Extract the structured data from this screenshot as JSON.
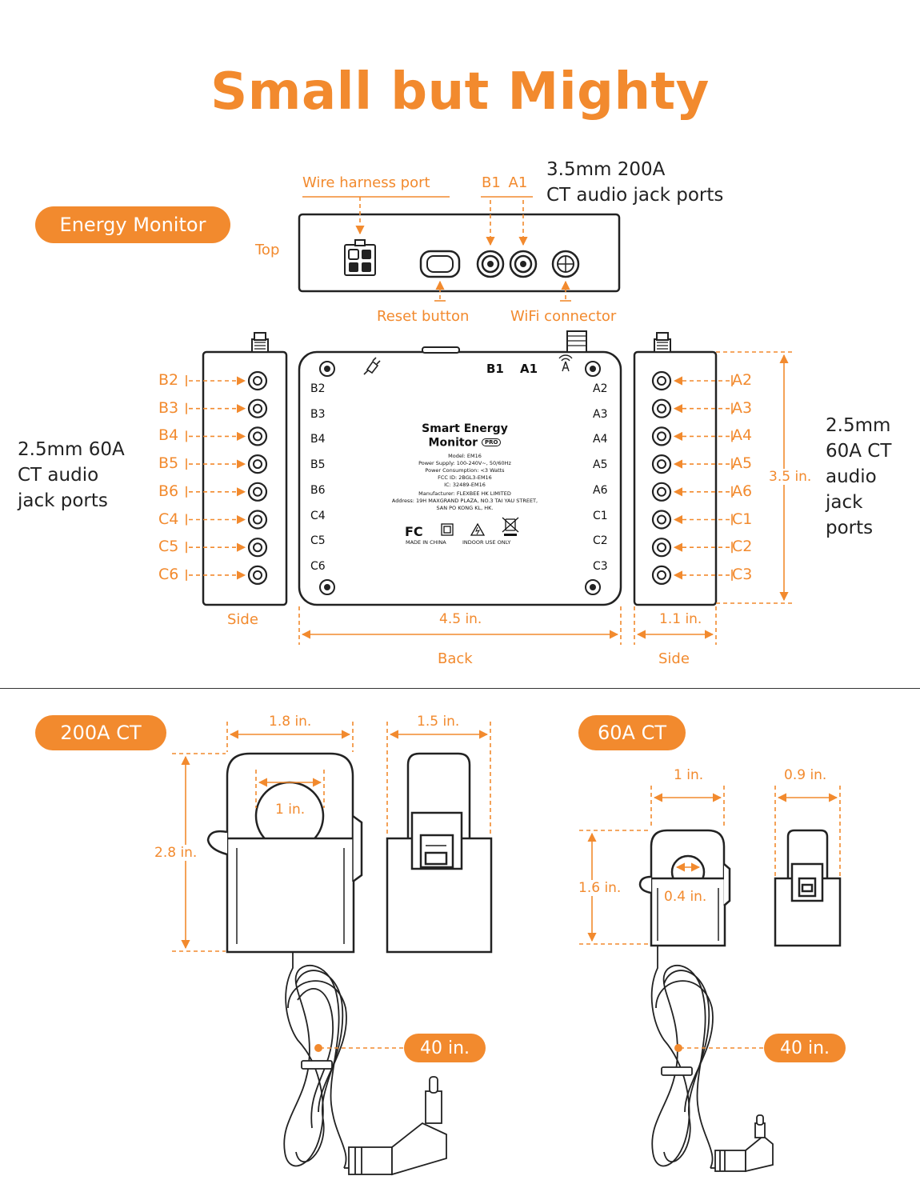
{
  "title": "Small but Mighty",
  "energy_monitor": {
    "badge": "Energy Monitor",
    "top_view_label": "Top",
    "wire_harness_label": "Wire harness port",
    "b1a1_label": "B1 A1",
    "ct200_ports_label_line1": "3.5mm 200A",
    "ct200_ports_label_line2": "CT audio jack ports",
    "reset_label": "Reset button",
    "wifi_label": "WiFi connector",
    "left_ports_label": [
      "2.5mm 60A",
      "CT audio",
      "jack ports"
    ],
    "right_ports_label": [
      "2.5mm",
      "60A CT",
      "audio",
      "jack",
      "ports"
    ],
    "left_side_ports": [
      "B2",
      "B3",
      "B4",
      "B5",
      "B6",
      "C4",
      "C5",
      "C6"
    ],
    "right_side_ports": [
      "A2",
      "A3",
      "A4",
      "A5",
      "A6",
      "C1",
      "C2",
      "C3"
    ],
    "back_left_ports": [
      "B2",
      "B3",
      "B4",
      "B5",
      "B6",
      "C4",
      "C5",
      "C6"
    ],
    "back_right_ports": [
      "A2",
      "A3",
      "A4",
      "A5",
      "A6",
      "C1",
      "C2",
      "C3"
    ],
    "back_top_b1": "B1",
    "back_top_a1": "A1",
    "side_label": "Side",
    "back_label": "Back",
    "width_dim": "4.5 in.",
    "depth_dim": "1.1 in.",
    "height_dim": "3.5 in.",
    "device_label": {
      "name_line1": "Smart Energy",
      "name_line2": "Monitor",
      "pro_badge": "PRO",
      "lines": [
        "Model: EM16",
        "Power Supply: 100-240V~, 50/60Hz",
        "Power Consumption: <3 Watts",
        "FCC ID: 2BGL3-EM16",
        "IC: 32489-EM16",
        "Manufacturer: FLEXBEE HK LIMITED",
        "Address: 19H MAXGRAND PLAZA, NO.3 TAI YAU STREET,",
        "SAN PO KONG KL, HK."
      ],
      "made_in": "MADE IN CHINA",
      "indoor": "INDOOR USE ONLY"
    }
  },
  "ct200": {
    "badge": "200A CT",
    "width_dim": "1.8 in.",
    "depth_dim": "1.5 in.",
    "height_dim": "2.8 in.",
    "hole_dim": "1 in.",
    "cable_len": "40 in."
  },
  "ct60": {
    "badge": "60A CT",
    "width_dim": "1 in.",
    "depth_dim": "0.9 in.",
    "height_dim": "1.6 in.",
    "hole_dim": "0.4 in.",
    "cable_len": "40 in."
  },
  "colors": {
    "accent": "#F28A2E",
    "line": "#222222",
    "text": "#222222"
  }
}
